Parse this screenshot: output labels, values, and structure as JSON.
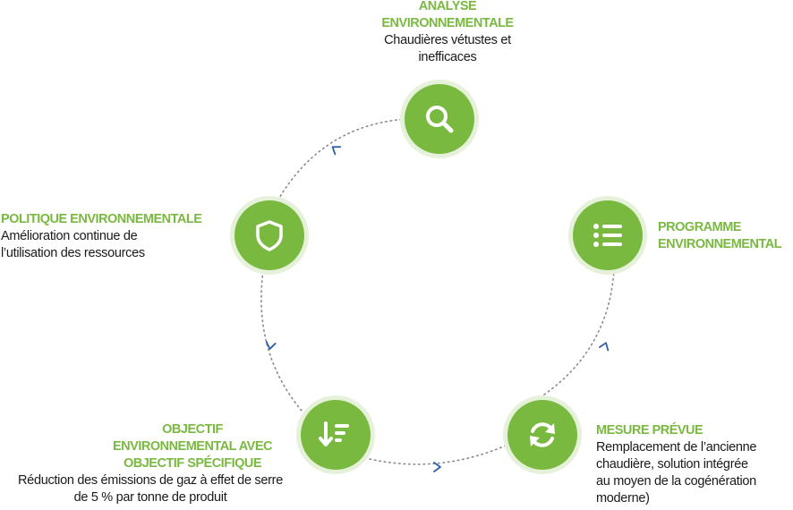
{
  "accent_color": "#7ab940",
  "arrow_color": "#2f5fa7",
  "steps": [
    {
      "key": "analyse",
      "icon": "search-icon",
      "title": "ANALYSE\nENVIRONNEMENTALE",
      "description": "Chaudières vétustes et\ninefficaces"
    },
    {
      "key": "programme",
      "icon": "list-icon",
      "title": "PROGRAMME\nENVIRONNEMENTAL",
      "description": ""
    },
    {
      "key": "mesure",
      "icon": "refresh-icon",
      "title": "MESURE PRÉVUE",
      "description": "Remplacement de l’ancienne\nchaudière, solution intégrée\nau moyen de la cogénération\nmoderne)"
    },
    {
      "key": "objectif",
      "icon": "sort-descending-icon",
      "title": "OBJECTIF\nENVIRONNEMENTAL AVEC\nOBJECTIF SPÉCIFIQUE",
      "description": "Réduction des émissions de gaz à effet de serre\nde 5 % par tonne de produit"
    },
    {
      "key": "politique",
      "icon": "shield-icon",
      "title": "POLITIQUE ENVIRONNEMENTALE",
      "description": "Amélioration continue de\nl’utilisation des ressources"
    }
  ]
}
